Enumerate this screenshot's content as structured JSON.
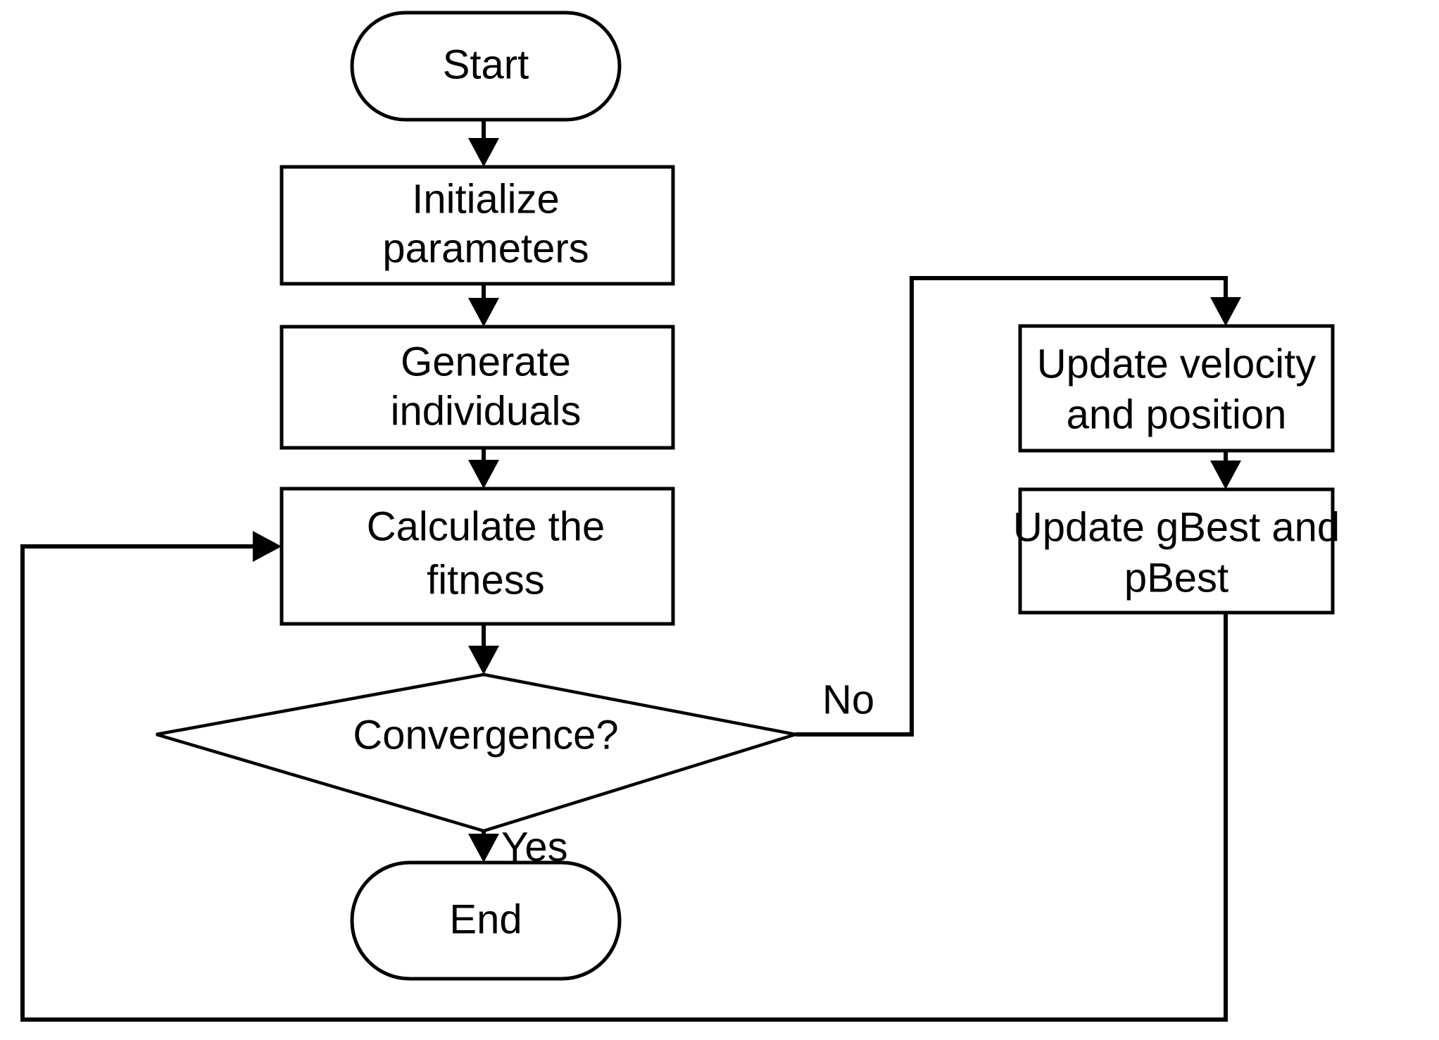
{
  "diagram": {
    "title": "PSO algorithm flowchart",
    "type": "flowchart",
    "background_color": "#ffffff",
    "line_color": "#000000",
    "text_color": "#000000",
    "nodes": [
      {
        "id": "start",
        "shape": "terminator",
        "label": "Start"
      },
      {
        "id": "init",
        "shape": "process",
        "label_line1": "Initialize",
        "label_line2": "parameters"
      },
      {
        "id": "generate",
        "shape": "process",
        "label_line1": "Generate",
        "label_line2": "individuals"
      },
      {
        "id": "fitness",
        "shape": "process",
        "label_line1": "Calculate the",
        "label_line2": "fitness"
      },
      {
        "id": "convergence",
        "shape": "decision",
        "label": "Convergence?"
      },
      {
        "id": "end",
        "shape": "terminator",
        "label": "End"
      },
      {
        "id": "update_vel",
        "shape": "process",
        "label_line1": "Update velocity",
        "label_line2": "and position"
      },
      {
        "id": "update_best",
        "shape": "process",
        "label_line1": "Update gBest and",
        "label_line2": "pBest"
      }
    ],
    "edge_labels": {
      "no": "No",
      "yes": "Yes"
    }
  }
}
